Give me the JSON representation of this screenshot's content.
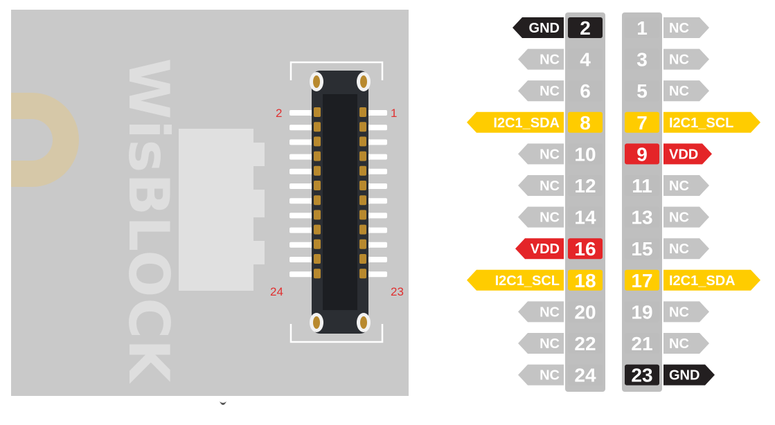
{
  "board": {
    "brand_text": "WisBLOCK",
    "pin_marker_top_left": "2",
    "pin_marker_top_right": "1",
    "pin_marker_bottom_left": "24",
    "pin_marker_bottom_right": "23"
  },
  "colors": {
    "board": "#c9c9c9",
    "gnd": "#231f20",
    "nc": "#c4c4c4",
    "i2c": "#ffcc00",
    "vdd": "#e42528",
    "column": "#bfbfbf",
    "connector_body": "#2b2e33",
    "gold_pad": "#b8892e"
  },
  "pins": [
    {
      "num": "2",
      "label": "GND",
      "type": "gnd"
    },
    {
      "num": "1",
      "label": "NC",
      "type": "nc"
    },
    {
      "num": "4",
      "label": "NC",
      "type": "nc"
    },
    {
      "num": "3",
      "label": "NC",
      "type": "nc"
    },
    {
      "num": "6",
      "label": "NC",
      "type": "nc"
    },
    {
      "num": "5",
      "label": "NC",
      "type": "nc"
    },
    {
      "num": "8",
      "label": "I2C1_SDA",
      "type": "i2c"
    },
    {
      "num": "7",
      "label": "I2C1_SCL",
      "type": "i2c"
    },
    {
      "num": "10",
      "label": "NC",
      "type": "nc"
    },
    {
      "num": "9",
      "label": "VDD",
      "type": "vdd"
    },
    {
      "num": "12",
      "label": "NC",
      "type": "nc"
    },
    {
      "num": "11",
      "label": "NC",
      "type": "nc"
    },
    {
      "num": "14",
      "label": "NC",
      "type": "nc"
    },
    {
      "num": "13",
      "label": "NC",
      "type": "nc"
    },
    {
      "num": "16",
      "label": "VDD",
      "type": "vdd"
    },
    {
      "num": "15",
      "label": "NC",
      "type": "nc"
    },
    {
      "num": "18",
      "label": "I2C1_SCL",
      "type": "i2c"
    },
    {
      "num": "17",
      "label": "I2C1_SDA",
      "type": "i2c"
    },
    {
      "num": "20",
      "label": "NC",
      "type": "nc"
    },
    {
      "num": "19",
      "label": "NC",
      "type": "nc"
    },
    {
      "num": "22",
      "label": "NC",
      "type": "nc"
    },
    {
      "num": "21",
      "label": "NC",
      "type": "nc"
    },
    {
      "num": "24",
      "label": "NC",
      "type": "nc"
    },
    {
      "num": "23",
      "label": "GND",
      "type": "gnd"
    }
  ]
}
